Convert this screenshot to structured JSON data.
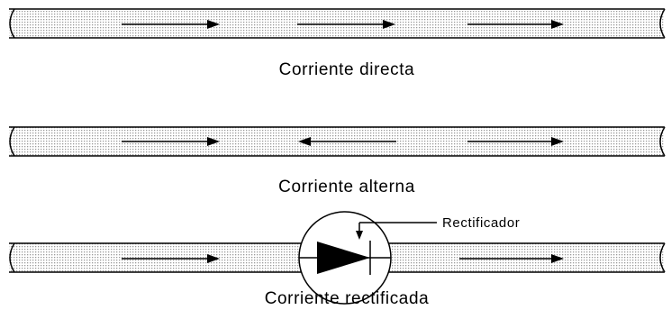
{
  "diagram": {
    "panels": [
      {
        "caption": "Corriente directa",
        "arrows": [
          "right",
          "right",
          "right"
        ],
        "has_rectifier": false
      },
      {
        "caption": "Corriente alterna",
        "arrows": [
          "right",
          "left",
          "right"
        ],
        "has_rectifier": false
      },
      {
        "caption": "Corriente rectificada",
        "arrows": [
          "right",
          "right"
        ],
        "has_rectifier": true
      }
    ],
    "rectifier_label": "Rectificador"
  },
  "colors": {
    "dots": "#9a9a9a",
    "stroke": "#000000",
    "background": "#ffffff"
  }
}
